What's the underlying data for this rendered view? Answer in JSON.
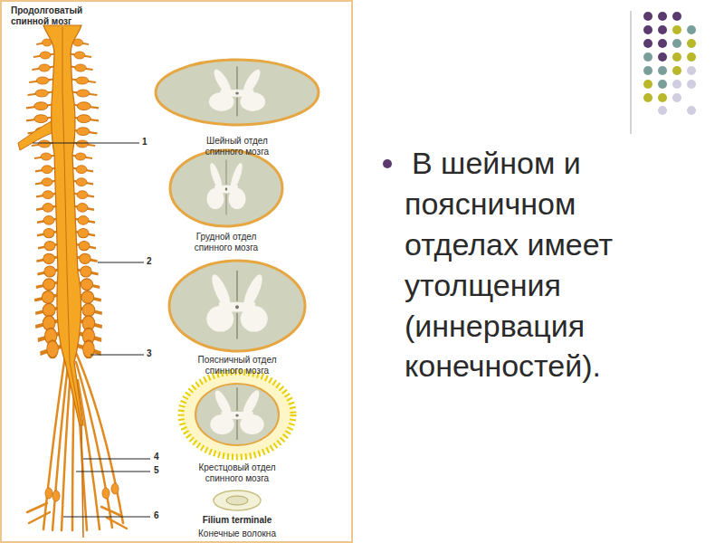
{
  "diagram": {
    "labels": [
      "Продолговатый спинной мозг",
      "1",
      "2",
      "3",
      "4",
      "5",
      "6",
      "Шейный отдел спинного мозга",
      "Грудной отдел спинного мозга",
      "Поясничный отдел спинного мозга",
      "Крестцовый отдел спинного мозга",
      "Filium terminale",
      "Конечные волокна",
      "В шейном и поясничном отделах имеет утолщения (иннервация конечностей)."
    ]
  }
}
